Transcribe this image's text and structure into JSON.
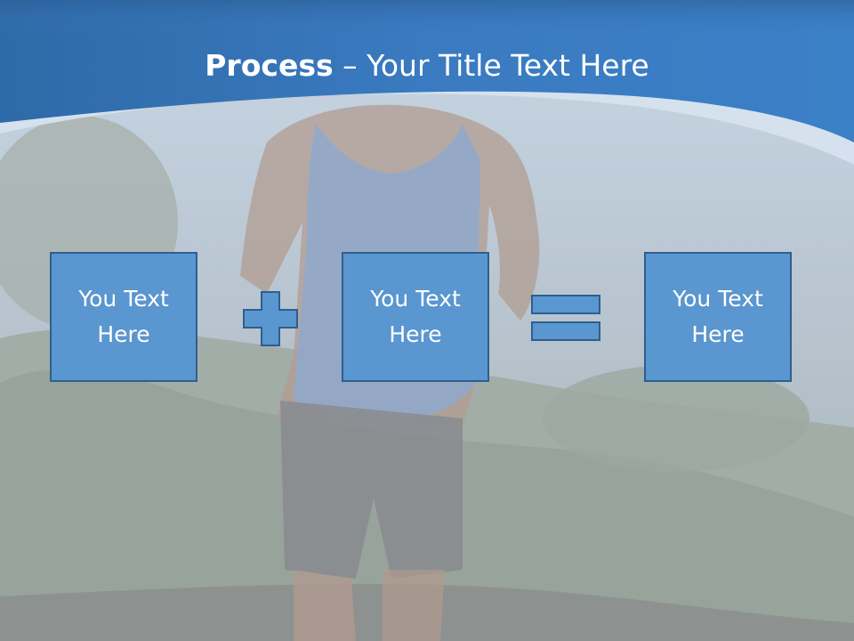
{
  "title": {
    "bold": "Process",
    "dash": " – ",
    "rest": "Your Title Text Here"
  },
  "boxes": [
    {
      "line1": "You Text",
      "line2": "Here"
    },
    {
      "line1": "You Text",
      "line2": "Here"
    },
    {
      "line1": "You Text",
      "line2": "Here"
    }
  ],
  "operators": [
    "plus-icon",
    "equals-icon"
  ],
  "colors": {
    "header_blue": "#3a7ac0",
    "box_fill": "#5a96cf",
    "box_border": "#2e5f8e"
  }
}
